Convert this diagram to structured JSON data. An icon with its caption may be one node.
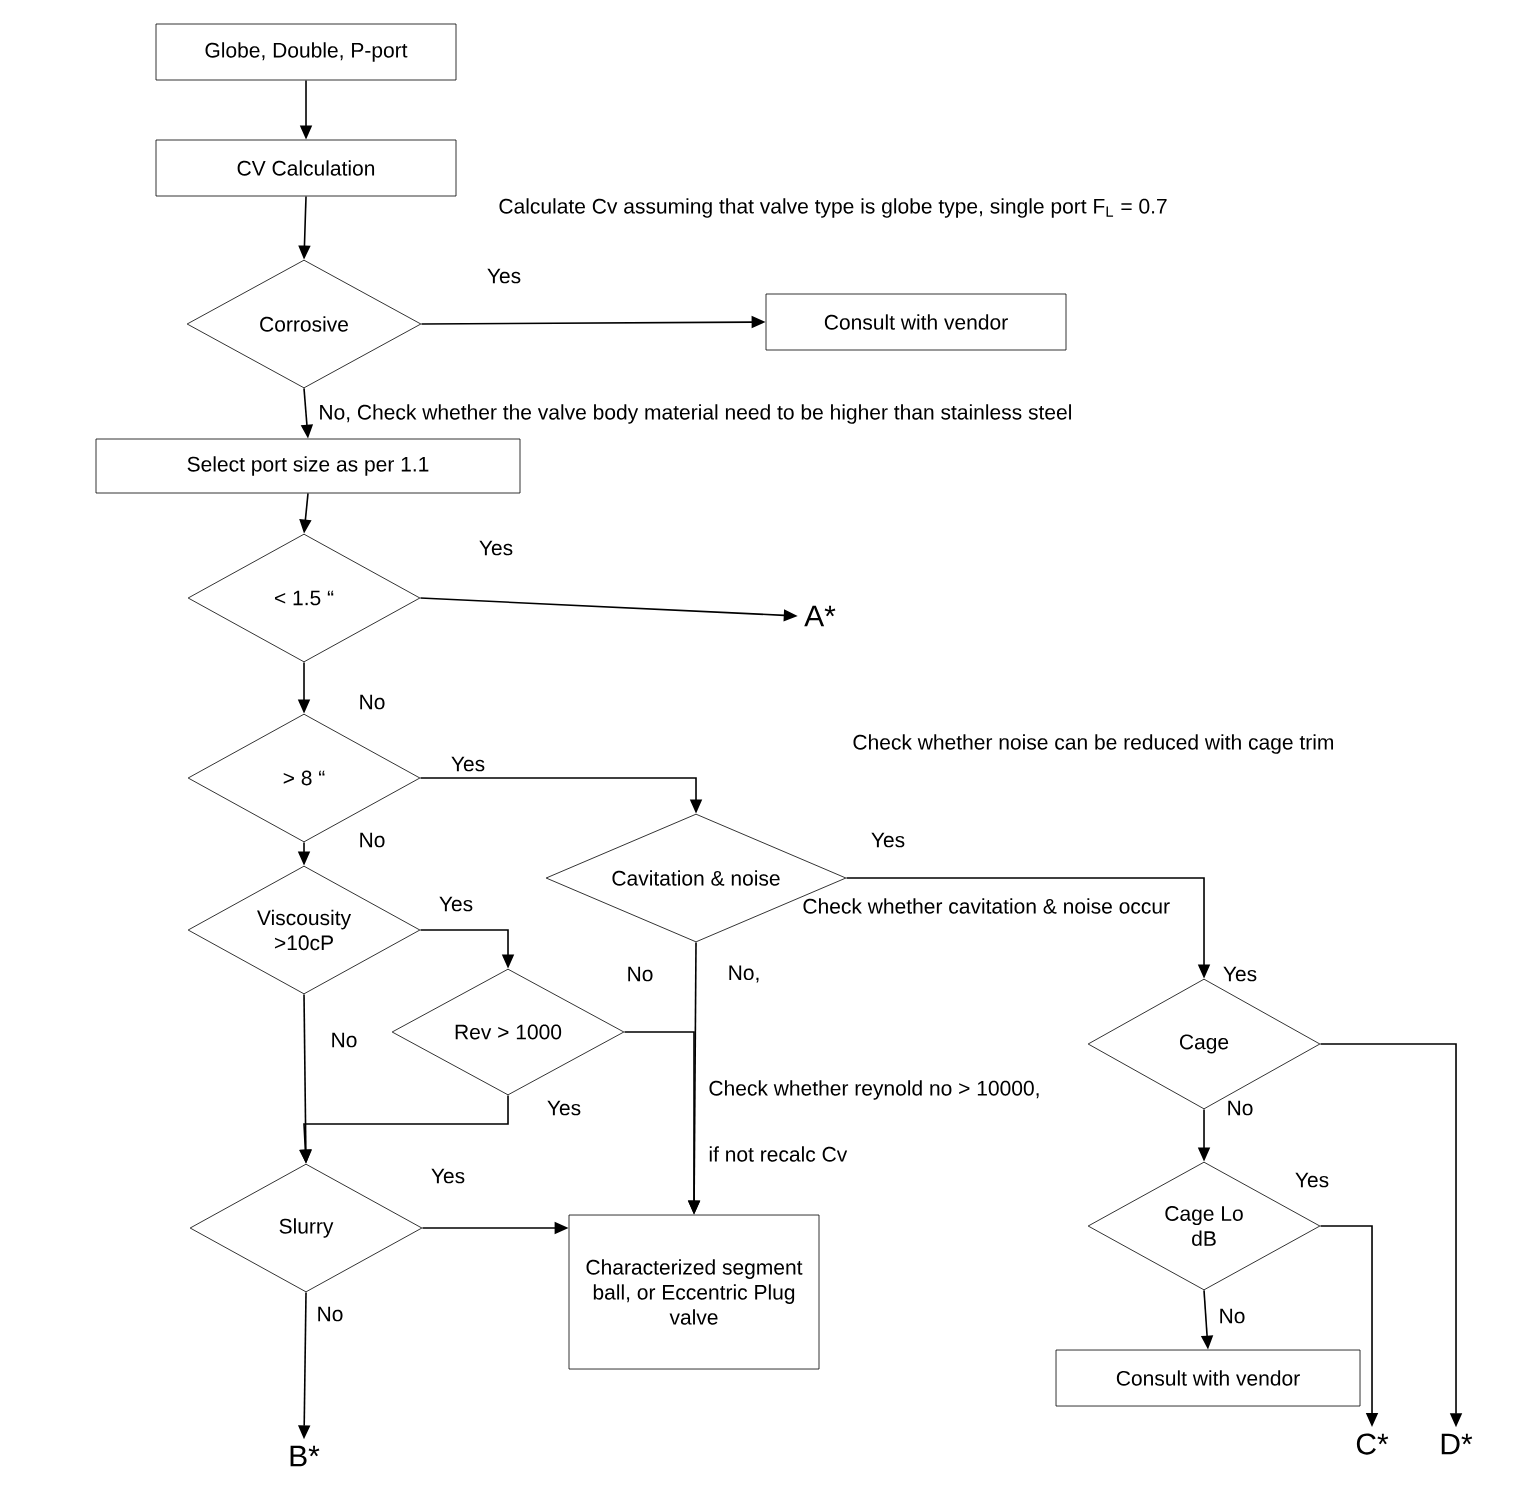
{
  "diagram": {
    "nodes": [
      {
        "text": [
          "Globe, Double, P-port"
        ]
      },
      {
        "text": [
          "CV Calculation"
        ]
      },
      {
        "text": [
          "Corrosive"
        ]
      },
      {
        "text": [
          "Consult with vendor"
        ]
      },
      {
        "text": [
          "Select port size as per 1.1"
        ]
      },
      {
        "text": [
          "< 1.5 “"
        ]
      },
      {
        "text": [
          "A*"
        ]
      },
      {
        "text": [
          "> 8 “"
        ]
      },
      {
        "text": [
          "Cavitation & noise"
        ]
      },
      {
        "text": [
          "Viscousity >10cP"
        ]
      },
      {
        "text": [
          "Rev > 1000"
        ]
      },
      {
        "text": [
          "Slurry"
        ]
      },
      {
        "text": [
          "Characterized segment ball, or Eccentric Plug valve"
        ]
      },
      {
        "text": [
          "Cage"
        ]
      },
      {
        "text": [
          "Cage Lo dB"
        ]
      },
      {
        "text": [
          "Consult with vendor"
        ]
      },
      {
        "text": [
          "B*"
        ]
      },
      {
        "text": [
          "C*"
        ]
      },
      {
        "text": [
          "D*"
        ]
      }
    ],
    "edges": [
      {
        "from": 0,
        "to": 1,
        "arrow": "to"
      },
      {
        "from": 1,
        "to": 2,
        "arrow": "to"
      },
      {
        "from": 2,
        "to": 3,
        "arrow": "to",
        "label": "Yes"
      },
      {
        "from": 2,
        "to": 4,
        "arrow": "to",
        "label": "No, Check whether the valve body material need to be higher than stainless steel"
      },
      {
        "from": 4,
        "to": 5,
        "arrow": "to"
      },
      {
        "from": 5,
        "to": 6,
        "arrow": "to",
        "label": "Yes"
      },
      {
        "from": 5,
        "to": 7,
        "arrow": "to",
        "label": "No"
      },
      {
        "from": 7,
        "to": 8,
        "arrow": "to",
        "label": "Yes"
      },
      {
        "from": 7,
        "to": 9,
        "arrow": "to",
        "label": "No"
      },
      {
        "from": 8,
        "to": 13,
        "arrow": "to",
        "label": "Yes"
      },
      {
        "from": 8,
        "to": 12,
        "arrow": "to",
        "label": "No"
      },
      {
        "from": 9,
        "to": 10,
        "arrow": "to",
        "label": "Yes"
      },
      {
        "from": 9,
        "to": 11,
        "arrow": "to",
        "label": "No"
      },
      {
        "from": 10,
        "to": 12,
        "arrow": "to"
      },
      {
        "from": 10,
        "to": 11,
        "arrow": "to",
        "label": "Yes"
      },
      {
        "from": 11,
        "to": 12,
        "arrow": "to",
        "label": "Yes"
      },
      {
        "from": 11,
        "to": 16,
        "arrow": "to",
        "label": "No"
      },
      {
        "from": 13,
        "to": 18,
        "arrow": "to"
      },
      {
        "from": 13,
        "to": 14,
        "arrow": "to",
        "label": "No"
      },
      {
        "from": 14,
        "to": 17,
        "arrow": "to",
        "label": "Yes"
      },
      {
        "from": 14,
        "to": 15,
        "arrow": "to",
        "label": "No"
      }
    ],
    "labels": [
      "Calculate Cv assuming that valve type is globe type, single port F$_{L}$ = 0.7",
      "Check whether noise can be reduced with cage trim",
      "Check whether cavitation & noise occur",
      "No,",
      "Yes",
      "Check whether reynold no > 10000,",
      "if not recalc Cv"
    ]
  }
}
